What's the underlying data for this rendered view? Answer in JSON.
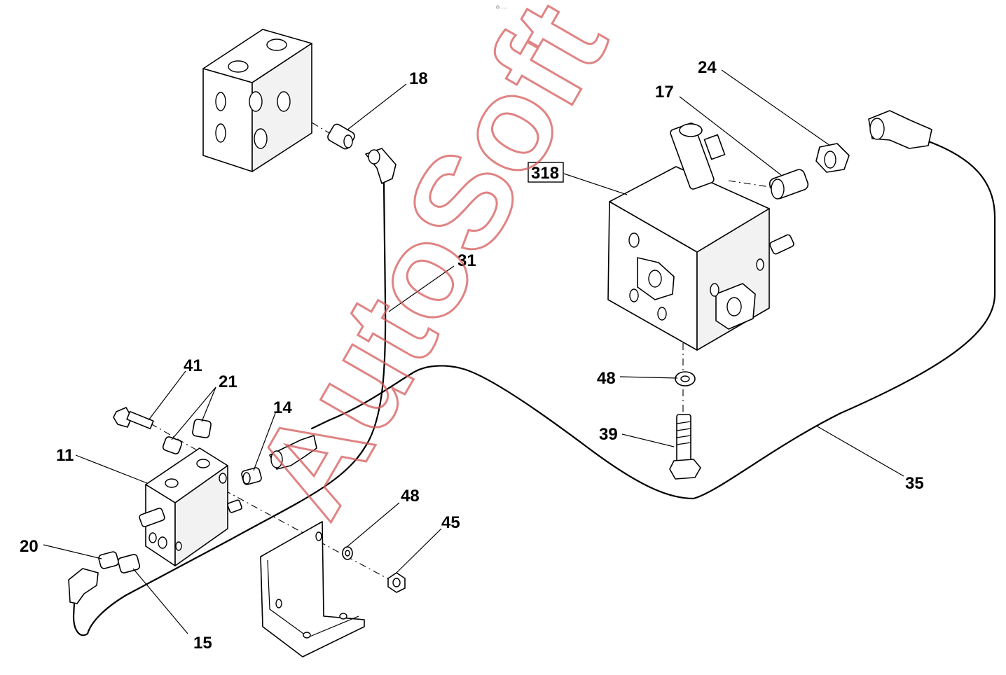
{
  "header": {
    "top_text": "⌂ ..."
  },
  "watermark": {
    "text": "AutoSoft",
    "color": "#d65a5a"
  },
  "labels": {
    "p11": "11",
    "p14": "14",
    "p15": "15",
    "p17": "17",
    "p18": "18",
    "p20": "20",
    "p21": "21",
    "p24": "24",
    "p31": "31",
    "p35": "35",
    "p39": "39",
    "p41": "41",
    "p45": "45",
    "p48a": "48",
    "p48b": "48",
    "p318": "318"
  }
}
